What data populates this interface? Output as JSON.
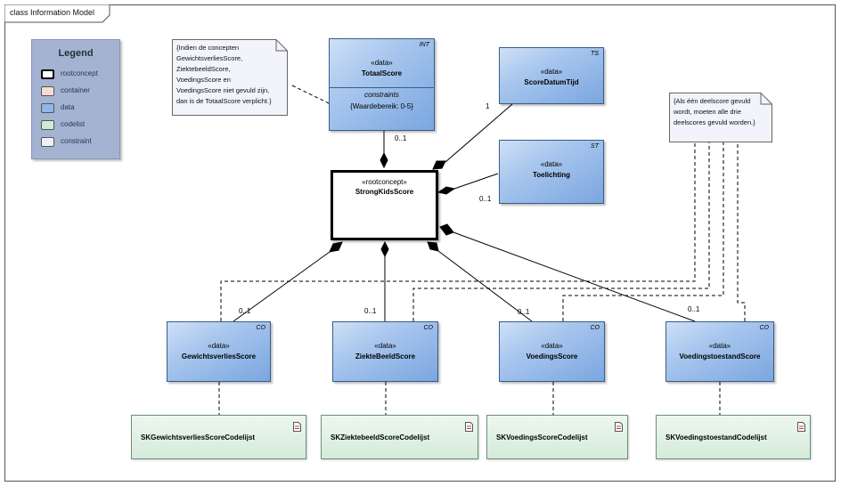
{
  "frame": {
    "title": "class Information Model"
  },
  "legend": {
    "title": "Legend",
    "items": [
      {
        "label": "rootconcept",
        "color": "#ffffff"
      },
      {
        "label": "container",
        "color": "#f4ddd2"
      },
      {
        "label": "data",
        "color": "#8fb6e6"
      },
      {
        "label": "codelist",
        "color": "#cfe9d8"
      },
      {
        "label": "constraint",
        "color": "#eef0fa"
      }
    ]
  },
  "root": {
    "stereotype": "«rootconcept»",
    "name": "StrongKidsScore"
  },
  "classes": {
    "totaalscore": {
      "tag": "INT",
      "stereotype": "«data»",
      "name": "TotaalScore",
      "constraints_label": "constraints",
      "constraint": "{Waardebereik: 0-5}"
    },
    "scoredatumtijd": {
      "tag": "TS",
      "stereotype": "«data»",
      "name": "ScoreDatumTijd"
    },
    "toelichting": {
      "tag": "ST",
      "stereotype": "«data»",
      "name": "Toelichting"
    },
    "gewichtsverlies": {
      "tag": "CO",
      "stereotype": "«data»",
      "name": "GewichtsverliesScore"
    },
    "ziektebeeld": {
      "tag": "CO",
      "stereotype": "«data»",
      "name": "ZiekteBeeldScore"
    },
    "voedings": {
      "tag": "CO",
      "stereotype": "«data»",
      "name": "VoedingsScore"
    },
    "voedingstoestand": {
      "tag": "CO",
      "stereotype": "«data»",
      "name": "VoedingstoestandScore"
    }
  },
  "codelists": {
    "gewichtsverlies": "SKGewichtsverliesScoreCodelijst",
    "ziektebeeld": "SKZiektebeeldScoreCodelijst",
    "voedings": "SKVoedingsScoreCodelijst",
    "voedingstoestand": "SKVoedingstoestandCodelijst"
  },
  "notes": {
    "totaal": [
      "{Indien de concepten",
      "GewichtsverliesScore,",
      "ZiektebeeldScore,",
      "VoedingsScore en",
      "VoedingsScore niet gevuld zijn,",
      "dan is de TotaalScore verplicht.}"
    ],
    "deelscore": [
      "{Als één deelscore gevuld",
      "wordt, moeten alle drie",
      "deelscores gevuld worden.}"
    ]
  },
  "multiplicities": {
    "totaal": "0..1",
    "datumtijd": "1",
    "toelichting": "0..1",
    "gewichtsverlies": "0..1",
    "ziektebeeld": "0..1",
    "voedings": "0..1",
    "voedingstoestand": "0..1"
  }
}
